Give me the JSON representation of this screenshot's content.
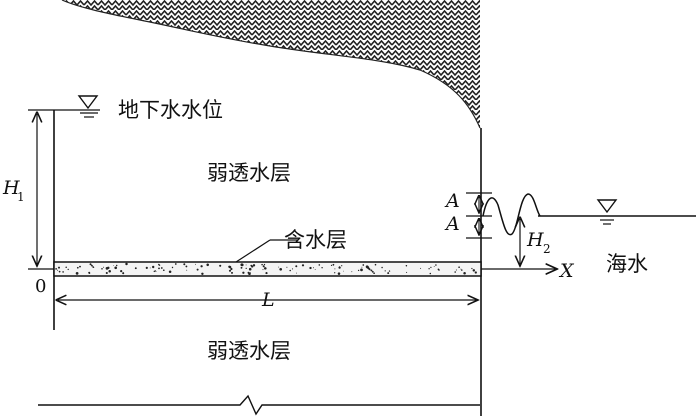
{
  "labels": {
    "groundwater_level": "地下水水位",
    "aquitard_upper": "弱透水层",
    "aquifer": "含水层",
    "aquitard_lower": "弱透水层",
    "seawater": "海水",
    "h1_main": "H",
    "h1_sub": "1",
    "h2_main": "H",
    "h2_sub": "2",
    "amp_upper": "A",
    "amp_lower": "A",
    "length": "L",
    "origin": "0",
    "x_axis": "X"
  }
}
